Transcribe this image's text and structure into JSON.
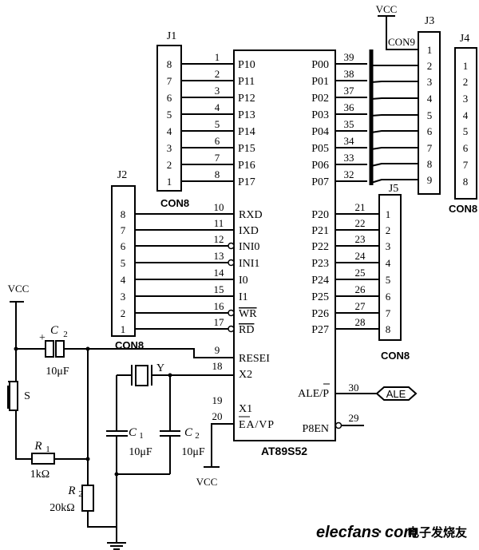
{
  "chip": {
    "name": "AT89S52",
    "left_pins_top": [
      {
        "num": "1",
        "name": "P10"
      },
      {
        "num": "2",
        "name": "P11"
      },
      {
        "num": "3",
        "name": "P12"
      },
      {
        "num": "4",
        "name": "P13"
      },
      {
        "num": "5",
        "name": "P14"
      },
      {
        "num": "6",
        "name": "P15"
      },
      {
        "num": "7",
        "name": "P16"
      },
      {
        "num": "8",
        "name": "P17"
      }
    ],
    "left_pins_mid": [
      {
        "num": "10",
        "name": "RXD",
        "bubble": false
      },
      {
        "num": "11",
        "name": "IXD",
        "bubble": false
      },
      {
        "num": "12",
        "name": "INI0",
        "bubble": true
      },
      {
        "num": "13",
        "name": "INI1",
        "bubble": true
      },
      {
        "num": "14",
        "name": "I0",
        "bubble": false
      },
      {
        "num": "15",
        "name": "I1",
        "bubble": false
      },
      {
        "num": "16",
        "name": "WR",
        "bubble": true,
        "overline": true
      },
      {
        "num": "17",
        "name": "RD",
        "bubble": true,
        "overline": true
      }
    ],
    "left_pins_low": [
      {
        "num": "9",
        "name": "RESEI"
      },
      {
        "num": "18",
        "name": "X2"
      },
      {
        "num": "19",
        "name": "X1"
      },
      {
        "num": "20",
        "name": "EA/VP"
      }
    ],
    "right_p0": [
      {
        "num": "39",
        "name": "P00"
      },
      {
        "num": "38",
        "name": "P01"
      },
      {
        "num": "37",
        "name": "P02"
      },
      {
        "num": "36",
        "name": "P03"
      },
      {
        "num": "35",
        "name": "P04"
      },
      {
        "num": "34",
        "name": "P05"
      },
      {
        "num": "33",
        "name": "P06"
      },
      {
        "num": "32",
        "name": "P07"
      }
    ],
    "right_p2": [
      {
        "num": "21",
        "name": "P20"
      },
      {
        "num": "22",
        "name": "P21"
      },
      {
        "num": "23",
        "name": "P22"
      },
      {
        "num": "24",
        "name": "P23"
      },
      {
        "num": "25",
        "name": "P24"
      },
      {
        "num": "26",
        "name": "P25"
      },
      {
        "num": "27",
        "name": "P26"
      },
      {
        "num": "28",
        "name": "P27"
      }
    ],
    "right_low": [
      {
        "num": "30",
        "name": "ALE/P"
      },
      {
        "num": "29",
        "name": "P8EN"
      }
    ]
  },
  "connectors": {
    "j1": {
      "label": "J1",
      "type": "CON8",
      "pins": [
        "8",
        "7",
        "6",
        "5",
        "4",
        "3",
        "2",
        "1"
      ]
    },
    "j2": {
      "label": "J2",
      "type": "CON8",
      "pins": [
        "8",
        "7",
        "6",
        "5",
        "4",
        "3",
        "2",
        "1"
      ]
    },
    "j3": {
      "label": "J3",
      "type": "CON9",
      "pins": [
        "1",
        "2",
        "3",
        "4",
        "5",
        "6",
        "7",
        "8",
        "9"
      ]
    },
    "j4": {
      "label": "J4",
      "type": "CON8",
      "pins": [
        "1",
        "2",
        "3",
        "4",
        "5",
        "6",
        "7",
        "8"
      ]
    },
    "j5": {
      "label": "J5",
      "type": "CON8",
      "pins": [
        "1",
        "2",
        "3",
        "4",
        "5",
        "6",
        "7",
        "8"
      ]
    }
  },
  "components": {
    "vcc": "VCC",
    "c2_top": {
      "name": "C",
      "sub": "2",
      "value": "10μF",
      "plus": "+"
    },
    "switch": "S",
    "r1": {
      "name": "R",
      "sub": "1",
      "value": "1kΩ"
    },
    "r2": {
      "name": "R",
      "sub": "2",
      "value": "20kΩ"
    },
    "crystal": "Y",
    "c1": {
      "name": "C",
      "sub": "1",
      "value": "10μF"
    },
    "c2_low": {
      "name": "C",
      "sub": "2",
      "value": "10μF"
    },
    "ale_tag": "ALE"
  },
  "watermark": {
    "site": "elecfans",
    "dot": "·",
    "com": "com",
    "cn": "电子发烧友"
  }
}
